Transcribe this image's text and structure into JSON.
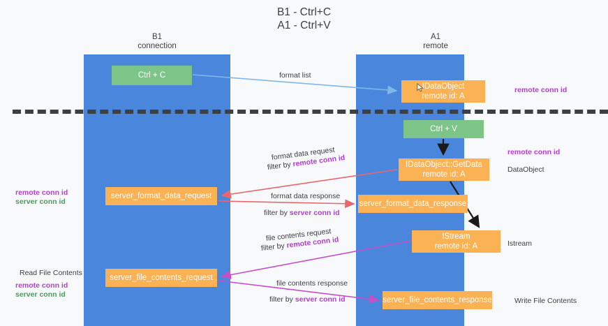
{
  "title": {
    "line1": "B1 - Ctrl+C",
    "line2": "A1 - Ctrl+V"
  },
  "columns": [
    {
      "id": "b1",
      "name": "B1",
      "role": "connection",
      "color": "#4a86db"
    },
    {
      "id": "a1",
      "name": "A1",
      "role": "remote",
      "color": "#4a86db"
    }
  ],
  "colors": {
    "column_blue": "#4a86db",
    "node_green": "#7dc488",
    "node_orange": "#fbb254",
    "magenta": "#b43fd0",
    "green_text": "#4e9a5f",
    "red_arrow": "#e8666e",
    "pink_arrow": "#c64fc8",
    "blue_arrow": "#7fb8e8",
    "black_arrow": "#1a1a1a",
    "background": "#f8f9fa",
    "text": "#3c4043"
  },
  "nodes": {
    "ctrl_c": {
      "label": "Ctrl + C",
      "sub": "",
      "type": "green"
    },
    "idataobject": {
      "label": "IDataObject",
      "sub": "remote id: A",
      "type": "orange"
    },
    "ctrl_v": {
      "label": "Ctrl + V",
      "sub": "",
      "type": "green"
    },
    "getdata": {
      "label": "IDataObject::GetData",
      "sub": "remote id: A",
      "type": "orange"
    },
    "format_data_request": {
      "label": "server_format_data_request",
      "sub": "",
      "type": "orange"
    },
    "format_data_response": {
      "label": "server_format_data_response",
      "sub": "",
      "type": "orange"
    },
    "istream": {
      "label": "IStream",
      "sub": "remote id: A",
      "type": "orange"
    },
    "file_contents_request": {
      "label": "server_file_contents_request",
      "sub": "",
      "type": "orange"
    },
    "file_contents_response": {
      "label": "server_file_contents_response",
      "sub": "",
      "type": "orange"
    }
  },
  "edge_labels": {
    "format_list": "format list",
    "format_data_request": "format data request",
    "format_data_request_filter_prefix": "filter by ",
    "format_data_request_filter_key": "remote conn id",
    "format_data_response": "format data response",
    "format_data_response_filter_prefix": "filter by ",
    "format_data_response_filter_key": "server conn id",
    "file_contents_request": "file contents request",
    "file_contents_request_filter_prefix": "filter by ",
    "file_contents_request_filter_key": "remote conn id",
    "file_contents_response": "file contents response",
    "file_contents_response_filter_prefix": "filter by ",
    "file_contents_response_filter_key": "server conn id"
  },
  "annotations": {
    "right": {
      "remote_conn_id_top": "remote conn id",
      "remote_conn_id_mid": "remote conn id",
      "dataobject": "DataObject",
      "istream": "Istream",
      "write_file_contents": "Write File Contents"
    },
    "left": {
      "remote_conn_id_mid": "remote conn id",
      "server_conn_id_mid": "server conn id",
      "read_file_contents": "Read File Contents",
      "remote_conn_id_bottom": "remote conn id",
      "server_conn_id_bottom": "server conn id"
    }
  }
}
